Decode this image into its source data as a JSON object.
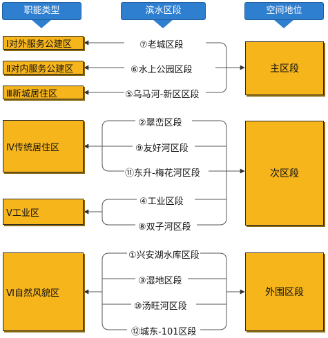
{
  "headers": {
    "function_type": "职能类型",
    "river_section": "滨水区段",
    "spatial_status": "空间地位"
  },
  "function_types": [
    "Ⅰ对外服务公建区",
    "Ⅱ对内服务公建区",
    "Ⅲ新城居住区",
    "Ⅳ传统居住区",
    "Ⅴ工业区",
    "Ⅵ自然风貌区"
  ],
  "river_sections": [
    "⑦老城区段",
    "⑥水上公园区段",
    "⑤乌马河-新区区段",
    "②翠峦区段",
    "⑨友好河区段",
    "⑪东升-梅花河区段",
    "④工业区段",
    "⑧双子河区段",
    "①兴安湖水库区段",
    "③湿地区段",
    "⑩汤旺河区段",
    "⑫城东-101区段"
  ],
  "spatial_status": [
    "主区段",
    "次区段",
    "外围区段"
  ],
  "colors": {
    "header": "#2f7fd0",
    "box": "#f7b51c",
    "line": "#555555"
  }
}
